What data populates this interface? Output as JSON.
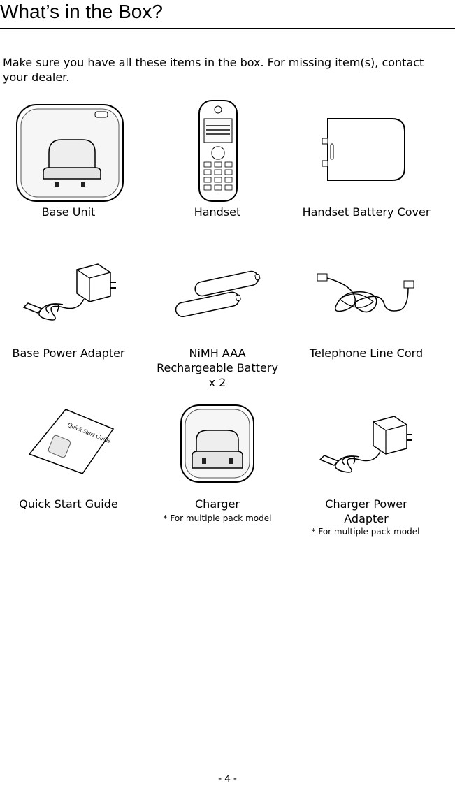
{
  "page": {
    "title": "What’s in the Box?",
    "intro": "Make sure you have all these items in the box. For missing item(s), contact your dealer.",
    "footer": "- 4 -"
  },
  "items": [
    {
      "label": "Base Unit",
      "icon": "base-unit-icon"
    },
    {
      "label": "Handset",
      "icon": "handset-icon"
    },
    {
      "label": "Handset Battery Cover",
      "icon": "battery-cover-icon"
    },
    {
      "label": "Base Power Adapter",
      "icon": "power-adapter-icon"
    },
    {
      "label": "NiMH AAA Rechargeable Battery x 2",
      "icon": "battery-icon"
    },
    {
      "label": "Telephone Line Cord",
      "icon": "line-cord-icon"
    },
    {
      "label": "Quick Start Guide",
      "icon": "guide-icon",
      "guide_text": "Quick Start Guide"
    },
    {
      "label": "Charger",
      "note": "* For multiple pack model",
      "icon": "charger-icon"
    },
    {
      "label": "Charger Power Adapter",
      "note": "* For multiple pack model",
      "icon": "power-adapter-icon"
    }
  ]
}
